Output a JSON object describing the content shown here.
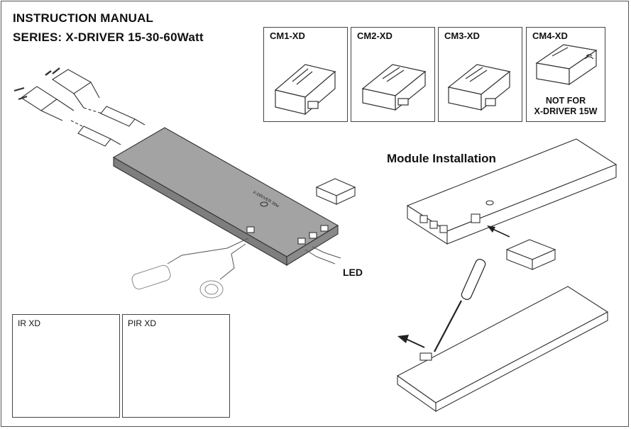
{
  "header": {
    "title": "INSTRUCTION MANUAL",
    "subtitle": "SERIES: X-DRIVER 15-30-60Watt"
  },
  "modules": [
    {
      "label": "CM1-XD",
      "note": ""
    },
    {
      "label": "CM2-XD",
      "note": ""
    },
    {
      "label": "CM3-XD",
      "note": ""
    },
    {
      "label": "CM4-XD",
      "note_line1": "NOT FOR",
      "note_line2": "X-DRIVER 15W"
    }
  ],
  "section_title": "Module Installation",
  "led_label": "LED",
  "sensors": [
    {
      "label": "IR XD"
    },
    {
      "label": "PIR XD"
    }
  ],
  "device_marking": "X-DRIVER 30w",
  "colors": {
    "line": "#333333",
    "device_fill": "#8a8a8a",
    "device_top": "#a3a3a3"
  }
}
